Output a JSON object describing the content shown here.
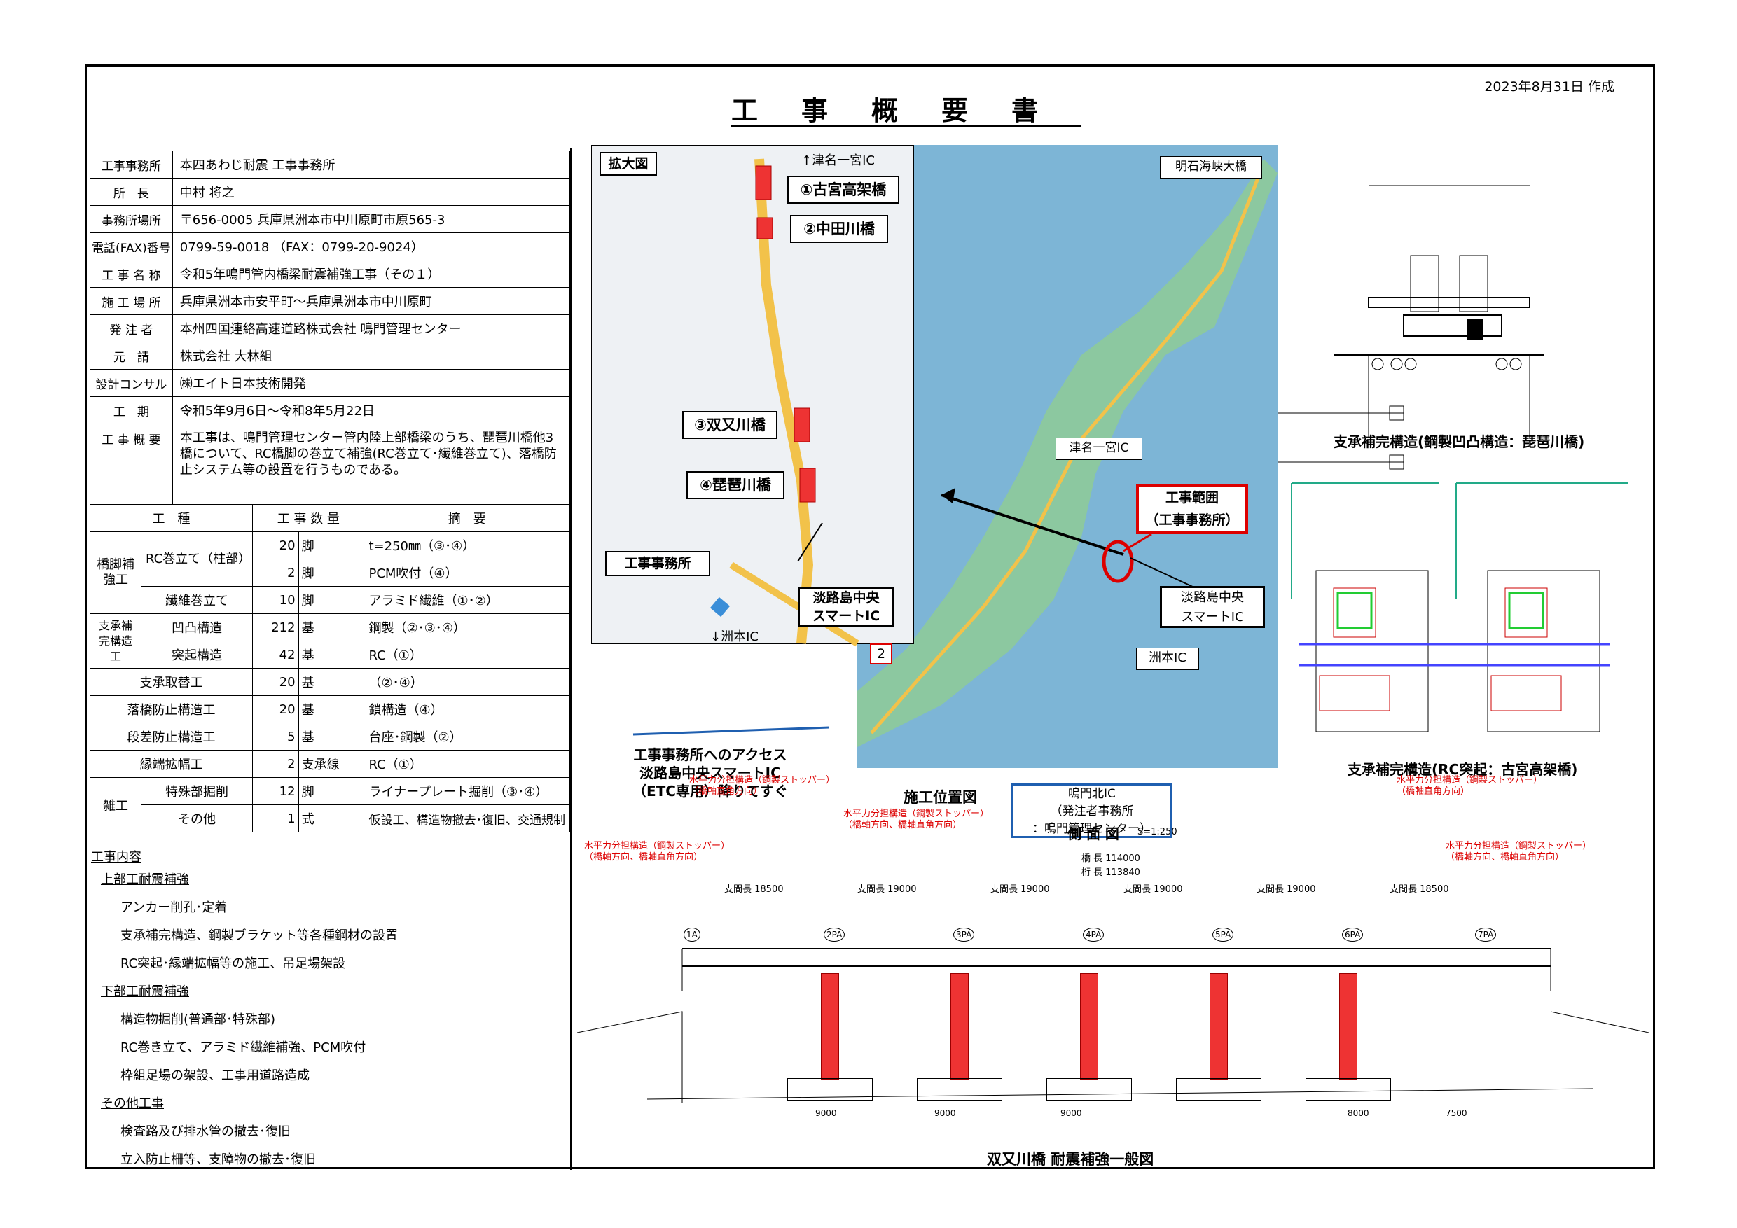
{
  "header": {
    "date": "2023年8月31日 作成",
    "title": "工事概要書"
  },
  "info": [
    {
      "k": "工事事務所",
      "v": "本四あわじ耐震 工事事務所"
    },
    {
      "k": "所　長",
      "v": "中村 将之"
    },
    {
      "k": "事務所場所",
      "v": "〒656-0005 兵庫県洲本市中川原町市原565-3"
    },
    {
      "k": "電話(FAX)番号",
      "v": "0799-59-0018 （FAX：0799-20-9024）"
    },
    {
      "k": "工 事 名 称",
      "v": "令和5年鳴門管内橋梁耐震補強工事（その１）"
    },
    {
      "k": "施 工 場 所",
      "v": "兵庫県洲本市安平町～兵庫県洲本市中川原町"
    },
    {
      "k": "発 注 者",
      "v": "本州四国連絡高速道路株式会社 鳴門管理センター"
    },
    {
      "k": "元　請",
      "v": "株式会社 大林組"
    },
    {
      "k": "設計コンサル",
      "v": "㈱エイト日本技術開発"
    },
    {
      "k": "工　期",
      "v": "令和5年9月6日～令和8年5月22日"
    },
    {
      "k": "工 事 概 要",
      "v": "本工事は、鳴門管理センター管内陸上部橋梁のうち、琵琶川橋他3橋について、RC橋脚の巻立て補強(RC巻立て･繊維巻立て)、落橋防止システム等の設置を行うものである。"
    }
  ],
  "work": {
    "headers": [
      "工　種",
      "工 事 数 量",
      "摘　要"
    ],
    "g1": "橋脚補強工",
    "g2": "支承補完構造工",
    "g3": "雑工",
    "rows": [
      {
        "sub": "RC巻立て（柱部）",
        "num": "20",
        "unit": "脚",
        "desc": "t=250㎜（③･④）"
      },
      {
        "num": "2",
        "unit": "脚",
        "desc": "PCM吹付（④）"
      },
      {
        "sub": "繊維巻立て",
        "num": "10",
        "unit": "脚",
        "desc": "アラミド繊維（①･②）"
      },
      {
        "sub": "凹凸構造",
        "num": "212",
        "unit": "基",
        "desc": "鋼製（②･③･④）"
      },
      {
        "sub": "突起構造",
        "num": "42",
        "unit": "基",
        "desc": "RC（①）"
      },
      {
        "sub": "支承取替工",
        "num": "20",
        "unit": "基",
        "desc": "（②･④）"
      },
      {
        "sub": "落橋防止構造工",
        "num": "20",
        "unit": "基",
        "desc": "鎖構造（④）"
      },
      {
        "sub": "段差防止構造工",
        "num": "5",
        "unit": "基",
        "desc": "台座･鋼製（②）"
      },
      {
        "sub": "縁端拡幅工",
        "num": "2",
        "unit": "支承線",
        "desc": "RC（①）"
      },
      {
        "sub": "特殊部掘削",
        "num": "12",
        "unit": "脚",
        "desc": "ライナープレート掘削（③･④）"
      },
      {
        "sub": "その他",
        "num": "1",
        "unit": "式",
        "desc": "仮設工、構造物撤去･復旧、交通規制"
      }
    ]
  },
  "content": {
    "heading": "工事内容",
    "s1": "上部工耐震補強",
    "s1items": [
      "アンカー削孔･定着",
      "支承補完構造、鋼製ブラケット等各種鋼材の設置",
      "RC突起･縁端拡幅等の施工、吊足場架設"
    ],
    "s2": "下部工耐震補強",
    "s2items": [
      "構造物掘削(普通部･特殊部)",
      "RC巻き立て、アラミド繊維補強、PCM吹付",
      "枠組足場の架設、工事用道路造成"
    ],
    "s3": "その他工事",
    "s3items": [
      "検査路及び排水管の撤去･復旧",
      "立入防止柵等、支障物の撤去･復旧"
    ]
  },
  "map": {
    "enlarge": "拡大図",
    "north_ic": "↑津名一宮IC",
    "b1": "①古宮高架橋",
    "b2": "②中田川橋",
    "b3": "③双又川橋",
    "b4": "④琵琶川橋",
    "office": "工事事務所",
    "smart": "淡路島中央\nスマートIC",
    "south_ic": "↓洲本IC",
    "route": "2",
    "akashi": "明石海峡大橋",
    "tsuna": "津名一宮IC",
    "range": "工事範囲\n（工事事務所）",
    "smart2": "淡路島中央\nスマートIC",
    "sumoto": "洲本IC",
    "naruto": "鳴門北IC\n（発注者事務所\n：鳴門管理センター）",
    "access": "工事事務所へのアクセス\n淡路島中央スマートIC\n（ETC専用）降りてすぐ",
    "caption": "施工位置図"
  },
  "right": {
    "cap1": "支承補完構造(鋼製凹凸構造：琵琶川橋)",
    "cap2": "支承補完構造(RC突起：古宮高架橋)"
  },
  "bottom": {
    "caption": "双又川橋 耐震補強一般図",
    "drawing_title": "側 面 図",
    "scale": "S=1:250",
    "total_len": "橋 長 114000",
    "girder_len": "桁 長 113840",
    "spans": [
      "支間長 18500",
      "支間長 19000",
      "支間長 19000",
      "支間長 19000",
      "支間長 19000",
      "支間長 18500"
    ],
    "piers": [
      "1A",
      "2PA",
      "3PA",
      "4PA",
      "5PA",
      "6PA",
      "7PA"
    ],
    "note_a": "水平力分担構造（鋼製ストッパー）",
    "note_b": "（橋軸方向、橋軸直角方向）",
    "note_c": "（橋軸直角方向）",
    "dims": [
      "9000",
      "9000",
      "9000",
      "8000",
      "7500"
    ]
  },
  "colors": {
    "water": "#7db5d6",
    "land": "#8cc8a0",
    "road": "#f2c24a",
    "red": "#d00000",
    "blue": "#1f5fb0"
  }
}
